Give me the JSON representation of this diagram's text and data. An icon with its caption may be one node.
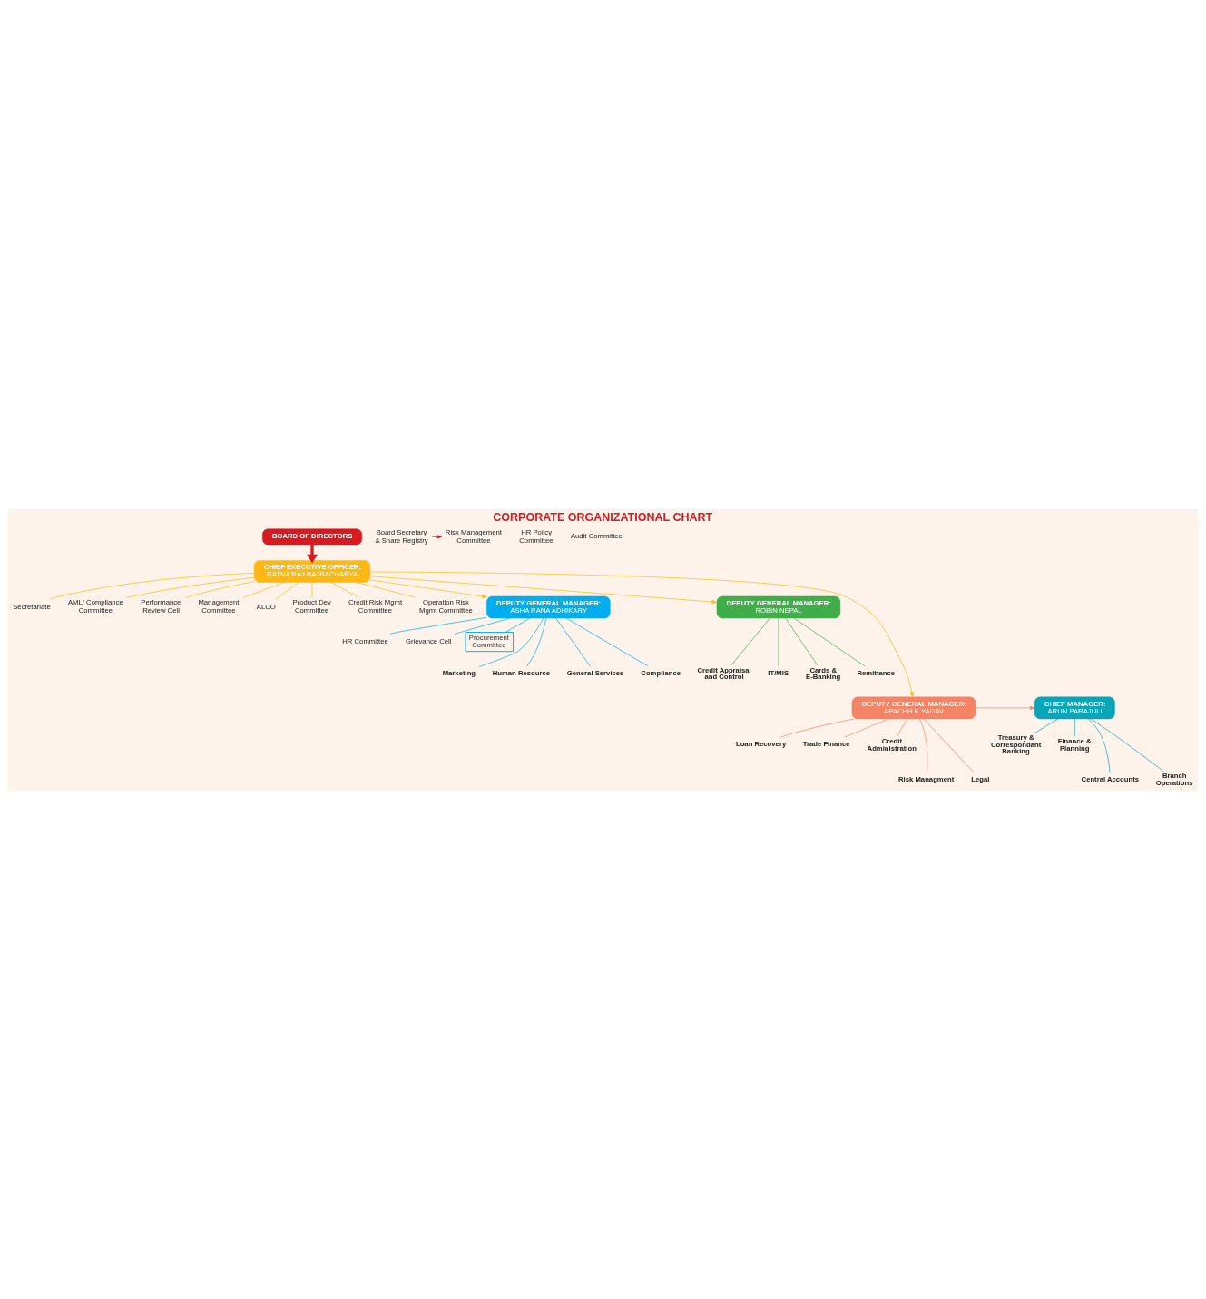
{
  "diagram": {
    "title": "CORPORATE ORGANIZATIONAL CHART",
    "nodes": [
      {
        "text": [
          "BOARD OF DIRECTORS"
        ]
      },
      {
        "text": [
          "Board Secretary & Share Registry"
        ]
      },
      {
        "text": [
          "HR Policy Committee"
        ]
      },
      {
        "text": [
          "Risk Management Committee"
        ]
      },
      {
        "text": [
          "Audit Committee"
        ]
      },
      {
        "text": [
          "CHIEF EXECUTIVE OFFICER:",
          "RATNA RAJ BAJRACHARYA"
        ]
      },
      {
        "text": [
          "Secretariate"
        ]
      },
      {
        "text": [
          "AML/ Compliance Committee"
        ]
      },
      {
        "text": [
          "Performance Review Cell"
        ]
      },
      {
        "text": [
          "Management Committee"
        ]
      },
      {
        "text": [
          "ALCO"
        ]
      },
      {
        "text": [
          "Product Dev Committee"
        ]
      },
      {
        "text": [
          "Credit Risk Mgmt Committee"
        ]
      },
      {
        "text": [
          "Operation Risk Mgmt Committee"
        ]
      },
      {
        "text": [
          "DEPUTY GENERAL MANAGER:",
          "ASHA RANA ADHIKARY"
        ]
      },
      {
        "text": [
          "DEPUTY GENERAL MANAGER:",
          "ROBIN NEPAL"
        ]
      },
      {
        "text": [
          "HR Committee"
        ]
      },
      {
        "text": [
          "Grievance Cell"
        ]
      },
      {
        "text": [
          "Procurement Committee"
        ]
      },
      {
        "text": [
          "Marketing"
        ]
      },
      {
        "text": [
          "Human Resource"
        ]
      },
      {
        "text": [
          "General Services"
        ]
      },
      {
        "text": [
          "Compliance"
        ]
      },
      {
        "text": [
          "Credit Appraisal and Control"
        ]
      },
      {
        "text": [
          "IT/MIS"
        ]
      },
      {
        "text": [
          "Cards & E-Banking"
        ]
      },
      {
        "text": [
          "Remittance"
        ]
      },
      {
        "text": [
          "DEPUTY GENERAL MANAGER:",
          "APACHH K YADAV"
        ]
      },
      {
        "text": [
          "CHIEF MANAGER:",
          "ARUN PARAJULI"
        ]
      },
      {
        "text": [
          "Loan Recovery"
        ]
      },
      {
        "text": [
          "Trade Finance"
        ]
      },
      {
        "text": [
          "Credit Administration"
        ]
      },
      {
        "text": [
          "Risk Managment"
        ]
      },
      {
        "text": [
          "Legal"
        ]
      },
      {
        "text": [
          "Treasury & Correspondant Banking"
        ]
      },
      {
        "text": [
          "Finance & Planning"
        ]
      },
      {
        "text": [
          "Central Accounts"
        ]
      },
      {
        "text": [
          "Branch Operations"
        ]
      }
    ],
    "edges": [
      {
        "from": 0,
        "to": 5,
        "arrow": "to",
        "style": "thick",
        "color": "#d71920"
      },
      {
        "from": 1,
        "to": 3,
        "arrow": "to",
        "color": "#d71920"
      },
      {
        "from": 5,
        "to": 6,
        "arrow": "none"
      },
      {
        "from": 5,
        "to": 7,
        "arrow": "none"
      },
      {
        "from": 5,
        "to": 8,
        "arrow": "none"
      },
      {
        "from": 5,
        "to": 9,
        "arrow": "none"
      },
      {
        "from": 5,
        "to": 10,
        "arrow": "none"
      },
      {
        "from": 5,
        "to": 11,
        "arrow": "none"
      },
      {
        "from": 5,
        "to": 12,
        "arrow": "none"
      },
      {
        "from": 5,
        "to": 13,
        "arrow": "none"
      },
      {
        "from": 5,
        "to": 14,
        "arrow": "to"
      },
      {
        "from": 5,
        "to": 15,
        "arrow": "to"
      },
      {
        "from": 14,
        "to": 16,
        "arrow": "none",
        "color": "#00aeef"
      },
      {
        "from": 14,
        "to": 17,
        "arrow": "none",
        "color": "#00aeef"
      },
      {
        "from": 14,
        "to": 18,
        "arrow": "none",
        "color": "#00aeef"
      },
      {
        "from": 14,
        "to": 19,
        "arrow": "none",
        "color": "#00aeef"
      },
      {
        "from": 14,
        "to": 20,
        "arrow": "none",
        "color": "#00aeef"
      },
      {
        "from": 14,
        "to": 21,
        "arrow": "none",
        "color": "#00aeef"
      },
      {
        "from": 14,
        "to": 22,
        "arrow": "none",
        "color": "#00aeef"
      },
      {
        "from": 15,
        "to": 23,
        "arrow": "none",
        "color": "#3fae49"
      },
      {
        "from": 15,
        "to": 24,
        "arrow": "none",
        "color": "#3fae49"
      },
      {
        "from": 15,
        "to": 25,
        "arrow": "none",
        "color": "#3fae49"
      },
      {
        "from": 15,
        "to": 26,
        "arrow": "none",
        "color": "#3fae49"
      },
      {
        "from": 5,
        "to": 27,
        "arrow": "to"
      },
      {
        "from": 27,
        "to": 28,
        "arrow": "to",
        "color": "#f58466"
      },
      {
        "from": 27,
        "to": 29,
        "arrow": "none",
        "color": "#f58466"
      },
      {
        "from": 27,
        "to": 30,
        "arrow": "none",
        "color": "#f58466"
      },
      {
        "from": 27,
        "to": 31,
        "arrow": "none",
        "color": "#f58466"
      },
      {
        "from": 27,
        "to": 32,
        "arrow": "none",
        "color": "#f58466"
      },
      {
        "from": 27,
        "to": 33,
        "arrow": "none",
        "color": "#f58466"
      },
      {
        "from": 28,
        "to": 34,
        "arrow": "none",
        "color": "#0aa5b8"
      },
      {
        "from": 28,
        "to": 35,
        "arrow": "none",
        "color": "#0aa5b8"
      },
      {
        "from": 28,
        "to": 36,
        "arrow": "none",
        "color": "#0aa5b8"
      },
      {
        "from": 28,
        "to": 37,
        "arrow": "none",
        "color": "#0aa5b8"
      }
    ]
  }
}
